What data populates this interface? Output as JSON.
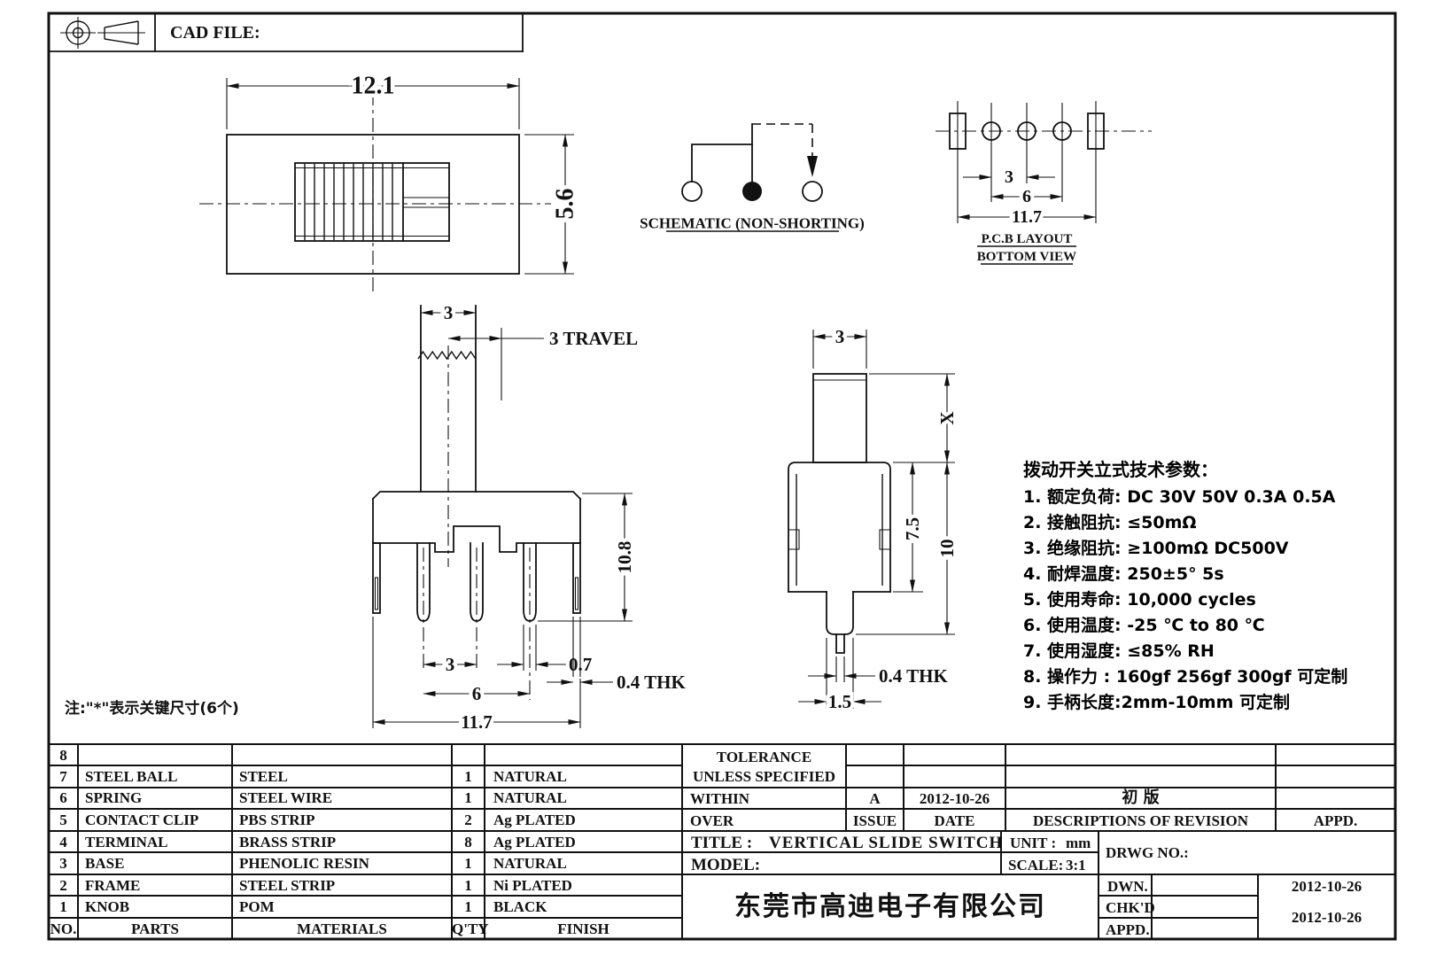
{
  "header": {
    "cad_file_label": "CAD FILE:"
  },
  "drawing": {
    "note": "注:\"*\"表示关键尺寸(6个)",
    "schematic_label": "SCHEMATIC (NON-SHORTING)",
    "pcb_label_1": "P.C.B LAYOUT",
    "pcb_label_2": "BOTTOM VIEW",
    "dims": {
      "top_w": "12.1",
      "top_h": "5.6",
      "pcb_pitch": "3",
      "pcb_span": "6",
      "pcb_total": "11.7",
      "front_knob": "3",
      "front_travel": "3 TRAVEL",
      "front_h": "10.8",
      "front_pitch": "3",
      "front_span": "6",
      "front_total": "11.7",
      "front_pin": "0.7",
      "front_thk": "0.4 THK",
      "side_knob": "3",
      "side_x": "X",
      "side_body": "7.5",
      "side_total": "10",
      "side_thk": "0.4 THK",
      "side_pin": "1.5"
    }
  },
  "tech_params": {
    "title": "拨动开关立式技术参数：",
    "items": [
      "1.  额定负荷: DC 30V    50V    0.3A    0.5A",
      "2.  接触阻抗:  ≤50mΩ",
      "3.  绝缘阻抗:  ≥100mΩ   DC500V",
      "4.  耐焊温度: 250±5°  5s",
      "5.  使用寿命: 10,000 cycles",
      "6.  使用温度: -25  ℃   to 80  ℃",
      "7.  使用湿度:  ≤85% RH",
      "8.  操作力 : 160gf    256gf    300gf  可定制",
      "9.  手柄长度:2mm-10mm  可定制"
    ]
  },
  "parts_table": {
    "headers": {
      "no": "NO.",
      "parts": "PARTS",
      "materials": "MATERIALS",
      "qty": "Q'TY",
      "finish": "FINISH"
    },
    "rows": [
      {
        "no": "8",
        "parts": "",
        "materials": "",
        "qty": "",
        "finish": ""
      },
      {
        "no": "7",
        "parts": "STEEL BALL",
        "materials": "STEEL",
        "qty": "1",
        "finish": "NATURAL"
      },
      {
        "no": "6",
        "parts": "SPRING",
        "materials": "STEEL WIRE",
        "qty": "1",
        "finish": "NATURAL"
      },
      {
        "no": "5",
        "parts": "CONTACT CLIP",
        "materials": "PBS STRIP",
        "qty": "2",
        "finish": "Ag PLATED"
      },
      {
        "no": "4",
        "parts": "TERMINAL",
        "materials": "BRASS STRIP",
        "qty": "8",
        "finish": "Ag PLATED"
      },
      {
        "no": "3",
        "parts": "BASE",
        "materials": "PHENOLIC RESIN",
        "qty": "1",
        "finish": "NATURAL"
      },
      {
        "no": "2",
        "parts": "FRAME",
        "materials": "STEEL STRIP",
        "qty": "1",
        "finish": "Ni PLATED"
      },
      {
        "no": "1",
        "parts": "KNOB",
        "materials": "POM",
        "qty": "1",
        "finish": "BLACK"
      }
    ]
  },
  "title_block": {
    "tolerance_line1": "TOLERANCE",
    "tolerance_line2": "UNLESS  SPECIFIED",
    "within": "WITHIN",
    "over": "OVER",
    "issue_value": "A",
    "issue_label": "ISSUE",
    "date_value": "2012-10-26",
    "date_label": "DATE",
    "revision_desc": "初  版",
    "revision_desc_label": "DESCRIPTIONS OF REVISION",
    "appd_label": "APPD.",
    "title_label": "TITLE :",
    "title_value": "VERTICAL SLIDE SWITCH",
    "unit_label": "UNIT :",
    "unit_value": "mm",
    "drwg_label": "DRWG NO.:",
    "model_label": "MODEL:",
    "scale_label": "SCALE:",
    "scale_value": "3:1",
    "dwn_label": "DWN.",
    "dwn_date": "2012-10-26",
    "chkd_label": "CHK'D",
    "appd2_label": "APPD.",
    "chkd_date": "2012-10-26",
    "company": "东莞市高迪电子有限公司"
  }
}
